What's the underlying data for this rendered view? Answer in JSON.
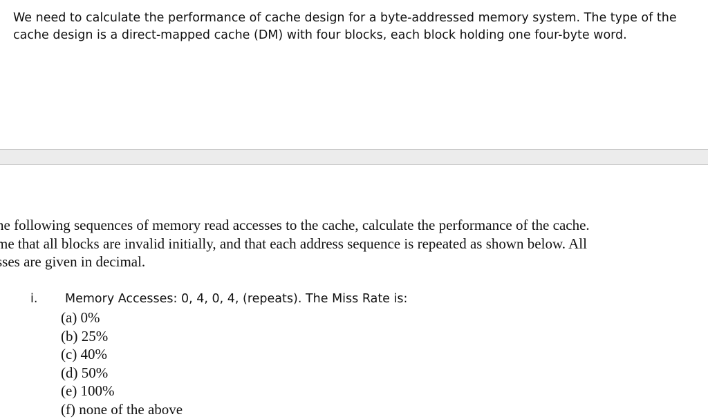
{
  "intro": {
    "line1": "We need to calculate the performance of cache design for a byte-addressed memory system. The type of the",
    "line2": "cache design is a direct-mapped cache (DM) with four blocks, each block holding one four-byte word."
  },
  "instructions": {
    "line1": "ne following sequences of memory read accesses to the cache, calculate the performance of the cache.",
    "line2": "me that all blocks are invalid initially, and that each address sequence is repeated as shown below. All",
    "line3": "sses are given in decimal."
  },
  "question": {
    "number": "i.",
    "text": "Memory Accesses: 0, 4, 0, 4, (repeats). The Miss Rate is:",
    "options": [
      "(a) 0%",
      "(b) 25%",
      "(c) 40%",
      "(d) 50%",
      "(e) 100%",
      "(f)  none of the above"
    ]
  }
}
